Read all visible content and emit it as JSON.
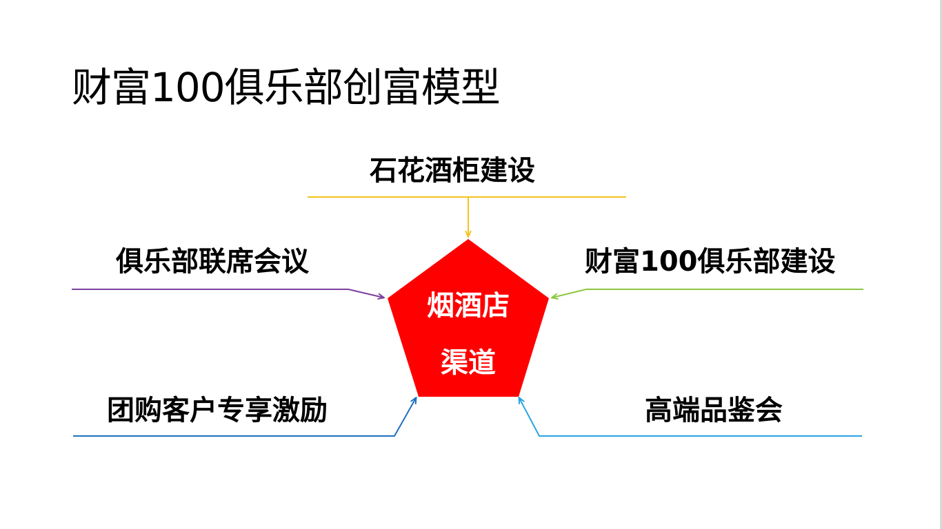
{
  "title": "财富100俱乐部创富模型",
  "center": {
    "line1": "烟酒店",
    "line2": "渠道",
    "color": "#ff0000"
  },
  "nodes": {
    "top": {
      "label": "石花酒柜建设",
      "color": "#f5c21b"
    },
    "left_mid": {
      "label": "俱乐部联席会议",
      "color": "#7b3fa0"
    },
    "right_mid": {
      "label": "财富100俱乐部建设",
      "color": "#8dc63f"
    },
    "left_bottom": {
      "label": "团购客户专享激励",
      "color": "#1f6fbf"
    },
    "right_bottom": {
      "label": "高端品鉴会",
      "color": "#29a3e0"
    }
  }
}
